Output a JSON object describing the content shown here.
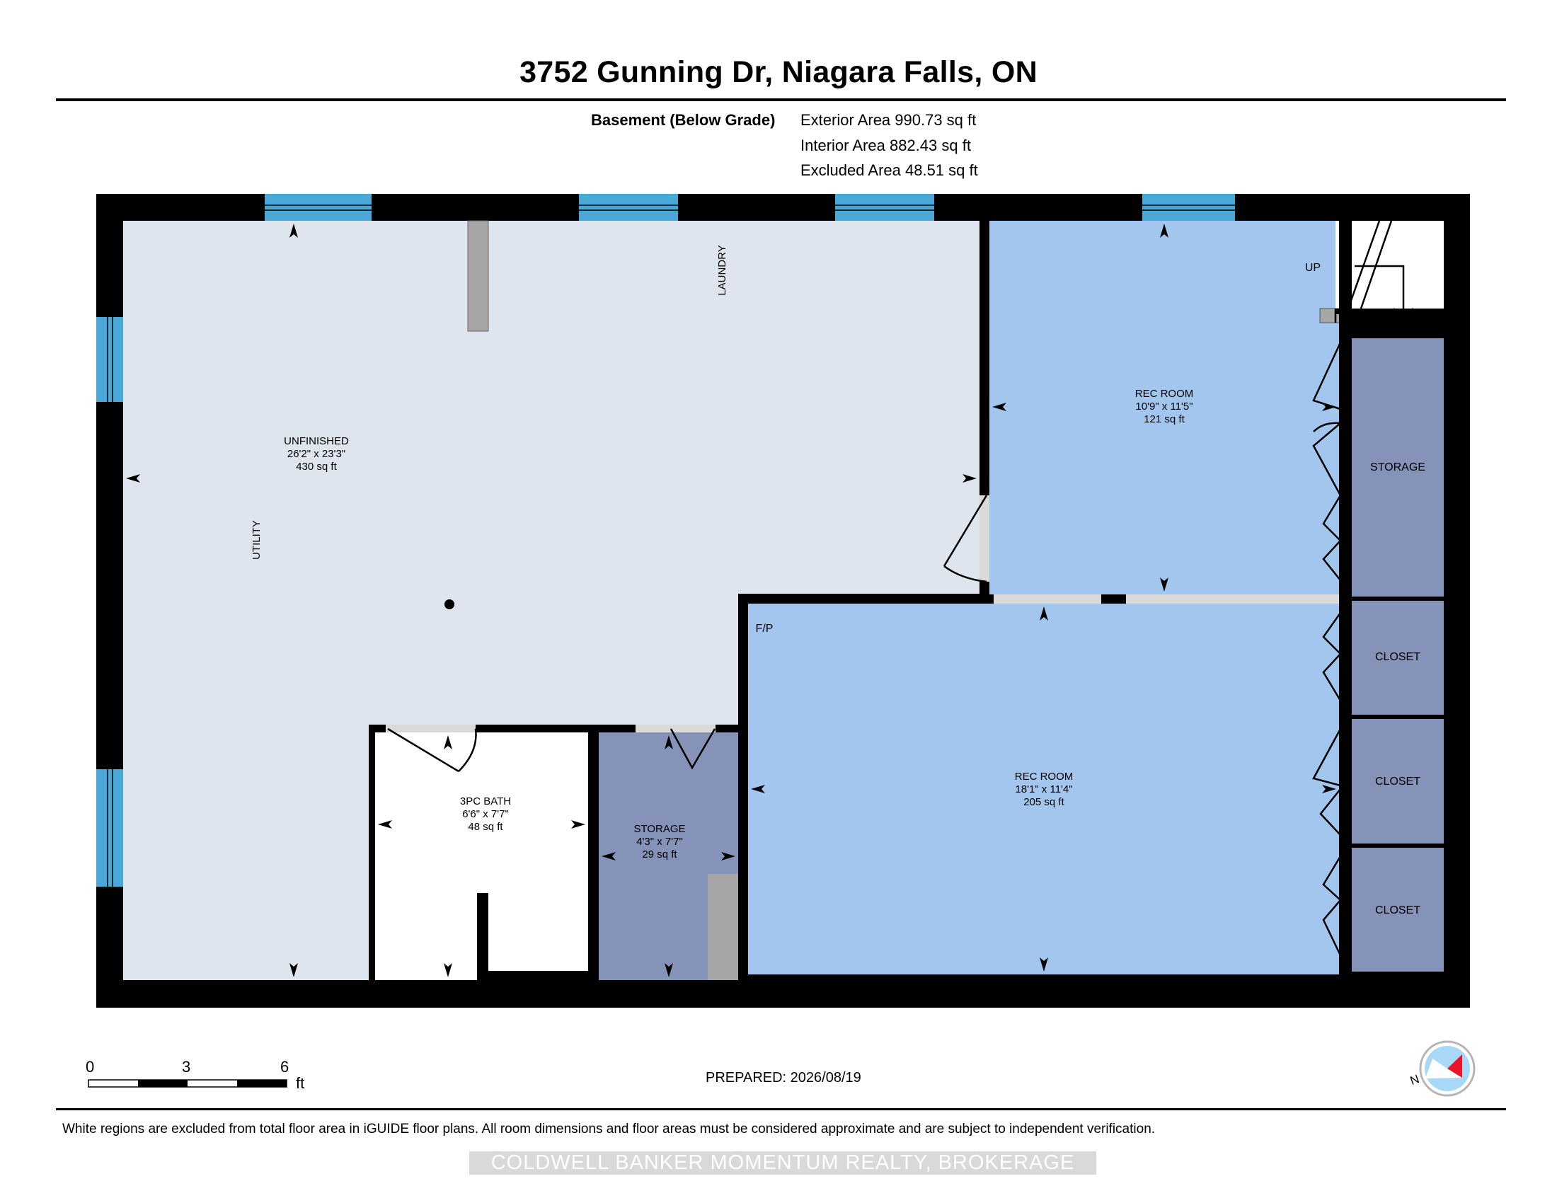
{
  "title": "3752 Gunning Dr, Niagara Falls, ON",
  "floor": {
    "level_label": "Basement (Below Grade)",
    "exterior_area": "Exterior Area 990.73 sq ft",
    "interior_area": "Interior Area 882.43 sq ft",
    "excluded_area": "Excluded Area 48.51 sq ft"
  },
  "rooms": {
    "unfinished": {
      "name": "UNFINISHED",
      "dims": "26'2\" x 23'3\"",
      "area": "430 sq ft"
    },
    "rec_room_upper": {
      "name": "REC ROOM",
      "dims": "10'9\" x 11'5\"",
      "area": "121 sq ft"
    },
    "rec_room_lower": {
      "name": "REC ROOM",
      "dims": "18'1\" x 11'4\"",
      "area": "205 sq ft"
    },
    "bath": {
      "name": "3PC BATH",
      "dims": "6'6\" x 7'7\"",
      "area": "48 sq ft"
    },
    "storage_small": {
      "name": "STORAGE",
      "dims": "4'3\" x 7'7\"",
      "area": "29 sq ft"
    },
    "storage_right": {
      "name": "STORAGE"
    },
    "closet_1": {
      "name": "CLOSET"
    },
    "closet_2": {
      "name": "CLOSET"
    },
    "closet_3": {
      "name": "CLOSET"
    }
  },
  "labels": {
    "laundry": "LAUNDRY",
    "utility": "UTILITY",
    "up": "UP",
    "fireplace": "F/P"
  },
  "scale": {
    "ticks": [
      "0",
      "3",
      "6"
    ],
    "unit": "ft"
  },
  "compass_icon": "north-compass-icon",
  "compass_letter": "N",
  "prepared": "PREPARED: 2026/08/19",
  "disclaimer": "White regions are excluded from total floor area in iGUIDE floor plans. All room dimensions and floor areas must be considered approximate and are subject to independent verification.",
  "watermark": "COLDWELL BANKER MOMENTUM REALTY, BROKERAGE",
  "colors": {
    "unfinished": "#dfe5ef",
    "rec_room": "#a2c6ee",
    "storage": "#8593b8",
    "window": "#4aa8d8",
    "wall": "#000000"
  }
}
